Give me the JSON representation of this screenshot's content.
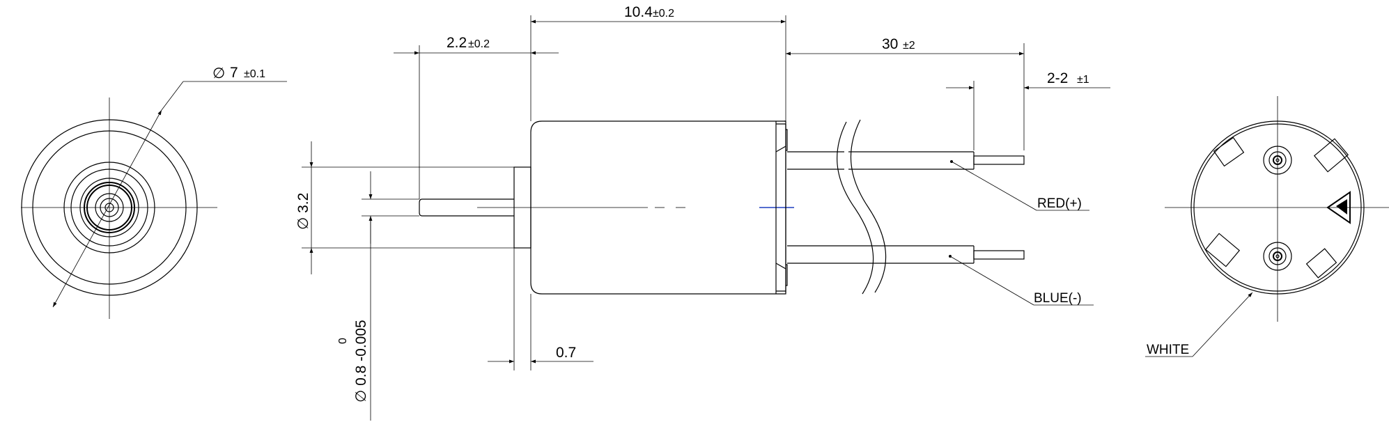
{
  "dimensions": {
    "length_body": {
      "value": "10.4",
      "tol": "±0.2"
    },
    "shaft_ext": {
      "value": "2.2",
      "tol": "±0.2"
    },
    "lead_length": {
      "value": "30",
      "tol": "±2"
    },
    "strip_length": {
      "value": "2-2",
      "tol": "±1"
    },
    "diameter": {
      "prefix": "∅",
      "value": "7",
      "tol": "±0.1"
    },
    "boss_diameter": "∅ 3.2",
    "shaft_diameter_upper": "0",
    "shaft_diameter": "∅ 0.8 -0.005",
    "flange_thickness": "0.7"
  },
  "labels": {
    "red": "RED(+)",
    "blue": "BLUE(-)",
    "white": "WHITE"
  }
}
